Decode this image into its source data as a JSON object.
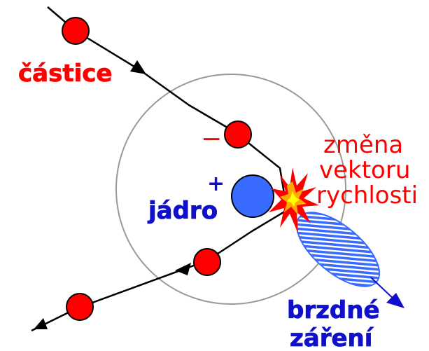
{
  "labels": {
    "particle": "částice",
    "change_line1": "změna",
    "change_line2": "vektoru",
    "change_line3": "rychlosti",
    "nucleus": "jádro",
    "brems_line1": "brzdné",
    "brems_line2": "záření",
    "plus_sign": "+",
    "minus_sign": "−"
  },
  "colors": {
    "particle": "#ff0000",
    "nucleus": "#3a6bff",
    "red_text": "#ff0000",
    "blue_text": "#1010cc",
    "orbit": "#888888",
    "radiation": "#3a6bff"
  },
  "icons": {
    "collision": "burst-icon",
    "arrow": "arrowhead-icon"
  }
}
